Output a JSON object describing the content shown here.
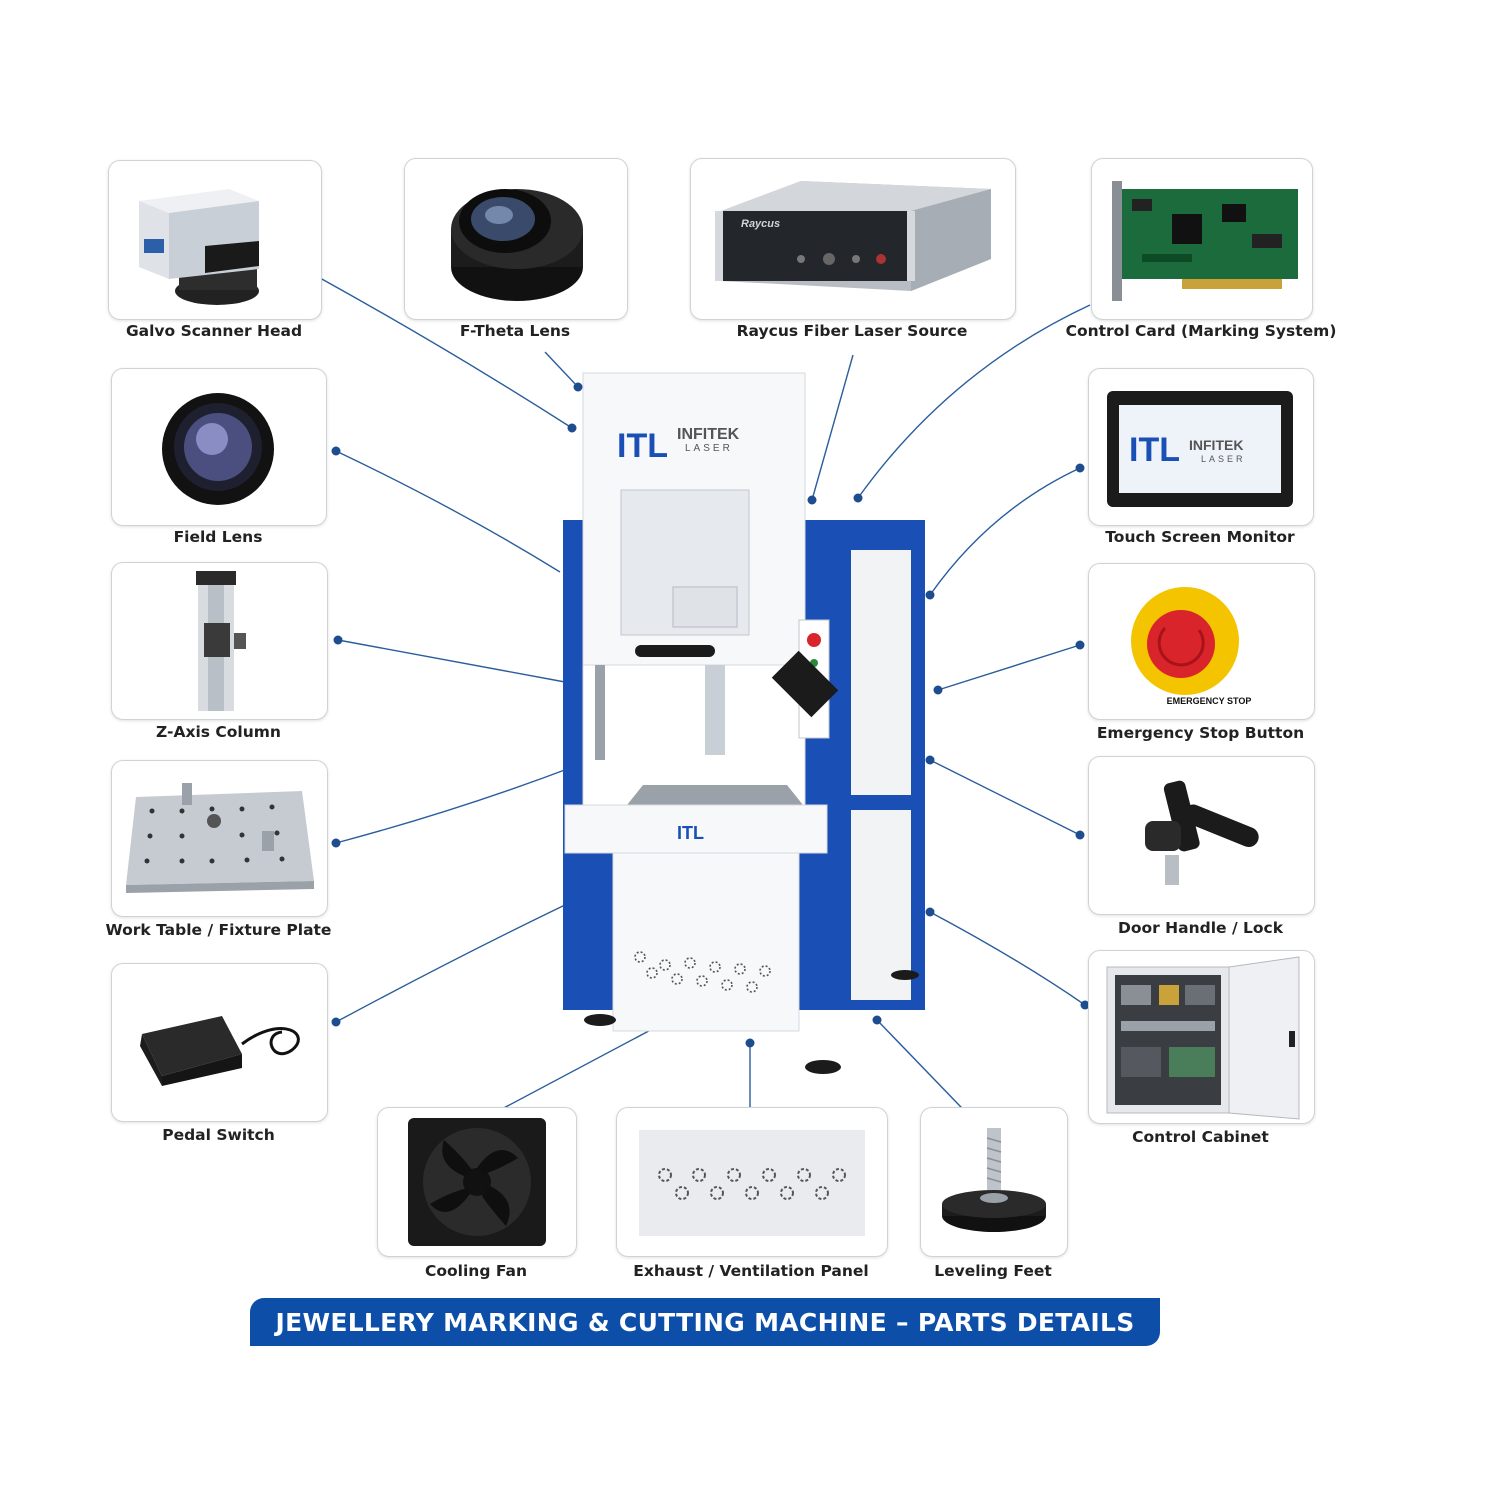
{
  "title": "JEWELLERY MARKING & CUTTING MACHINE – PARTS DETAILS",
  "parts": [
    {
      "id": "galvo",
      "label": "Galvo Scanner Head"
    },
    {
      "id": "ftheta",
      "label": "F-Theta Lens"
    },
    {
      "id": "raycus",
      "label": "Raycus Fiber Laser Source",
      "brand_text": "Raycus"
    },
    {
      "id": "card",
      "label": "Control Card (Marking System)"
    },
    {
      "id": "field",
      "label": "Field Lens"
    },
    {
      "id": "touch",
      "label": "Touch Screen Monitor",
      "logo_letters": "ITL",
      "logo_top": "INFITEK",
      "logo_bottom": "LASER"
    },
    {
      "id": "zaxis",
      "label": "Z-Axis Column"
    },
    {
      "id": "estop",
      "label": "Emergency Stop Button",
      "ring_text": "EMERGENCY STOP"
    },
    {
      "id": "table",
      "label": "Work Table / Fixture Plate"
    },
    {
      "id": "door",
      "label": "Door Handle / Lock"
    },
    {
      "id": "pedal",
      "label": "Pedal Switch"
    },
    {
      "id": "cabinet",
      "label": "Control Cabinet"
    },
    {
      "id": "fan",
      "label": "Cooling Fan"
    },
    {
      "id": "exhaust",
      "label": "Exhaust / Ventilation Panel"
    },
    {
      "id": "feet",
      "label": "Leveling Feet"
    }
  ],
  "machine": {
    "logo_letters": "ITL",
    "logo_top": "INFITEK",
    "logo_bottom": "LASER",
    "plate_text": "ITL"
  },
  "colors": {
    "brand_blue": "#1a4fb5",
    "banner_blue": "#0d4fa8",
    "line_blue": "#2a5d9c",
    "estop_red": "#d9242b",
    "estop_yellow": "#f5c400"
  }
}
